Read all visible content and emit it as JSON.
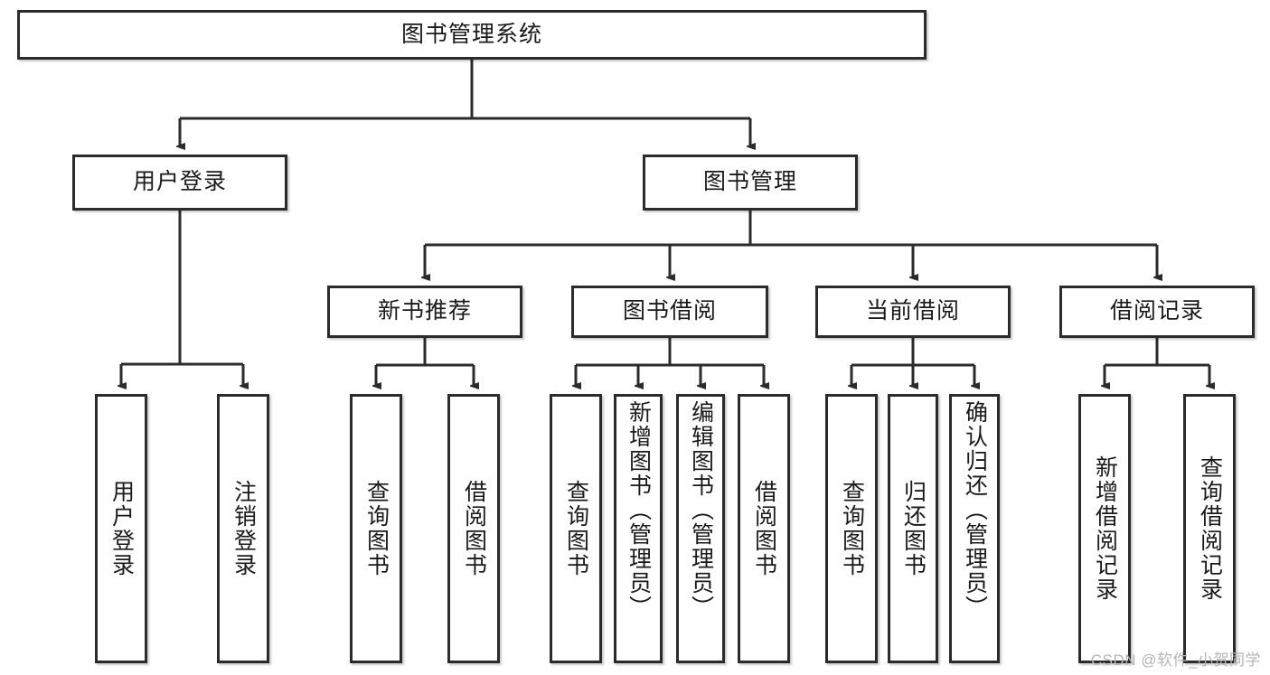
{
  "diagram": {
    "title": "图书管理系统",
    "type": "tree",
    "levels": 4,
    "colors": {
      "box_border": "#2b2b2b",
      "box_fill": "#ffffff",
      "connector": "#2b2b2b",
      "text": "#1a1a1a",
      "watermark": "#b5b5b5"
    },
    "nodes": {
      "root": {
        "label": "图书管理系统"
      },
      "level2": [
        {
          "id": "user-login",
          "label": "用户登录"
        },
        {
          "id": "book-manage",
          "label": "图书管理"
        }
      ],
      "level3": [
        {
          "id": "new-book-recommend",
          "label": "新书推荐"
        },
        {
          "id": "book-borrow",
          "label": "图书借阅"
        },
        {
          "id": "current-borrow",
          "label": "当前借阅"
        },
        {
          "id": "borrow-record",
          "label": "借阅记录"
        }
      ],
      "leaves": {
        "user-login": [
          {
            "id": "leaf-user-login",
            "label": "用户登录"
          },
          {
            "id": "leaf-logout-login",
            "label": "注销登录"
          }
        ],
        "new-book-recommend": [
          {
            "id": "leaf-query-book-1",
            "label": "查询图书"
          },
          {
            "id": "leaf-borrow-book-1",
            "label": "借阅图书"
          }
        ],
        "book-borrow": [
          {
            "id": "leaf-query-book-2",
            "label": "查询图书"
          },
          {
            "id": "leaf-add-book",
            "label": "新增图书（管理员）"
          },
          {
            "id": "leaf-edit-book",
            "label": "编辑图书（管理员）"
          },
          {
            "id": "leaf-borrow-book-2",
            "label": "借阅图书"
          }
        ],
        "current-borrow": [
          {
            "id": "leaf-query-book-3",
            "label": "查询图书"
          },
          {
            "id": "leaf-return-book",
            "label": "归还图书"
          },
          {
            "id": "leaf-confirm-return",
            "label": "确认归还（管理员）"
          }
        ],
        "borrow-record": [
          {
            "id": "leaf-add-record",
            "label": "新增借阅记录"
          },
          {
            "id": "leaf-query-record",
            "label": "查询借阅记录"
          }
        ]
      }
    }
  },
  "watermark": {
    "text": "CSDN @软件_小贺同学"
  }
}
